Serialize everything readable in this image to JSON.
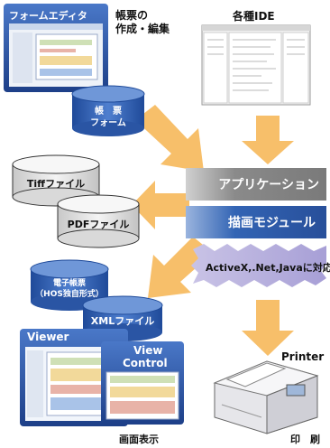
{
  "form_editor": {
    "title": "フォームエディタ",
    "caption_line1": "帳票の",
    "caption_line2": "作成・編集"
  },
  "ide": {
    "caption": "各種IDE"
  },
  "form_db": {
    "line1": "帳　票",
    "line2": "フォーム"
  },
  "tiff": {
    "label": "Tiffファイル"
  },
  "pdf": {
    "label": "PDFファイル"
  },
  "application": {
    "label": "アプリケーション"
  },
  "module": {
    "label": "描画モジュール"
  },
  "activex": {
    "label": "ActiveX,.Net,Javaに対応"
  },
  "ebook": {
    "line1": "電子帳票",
    "line2": "（HOS独自形式）"
  },
  "xml": {
    "label": "XMLファイル"
  },
  "viewer": {
    "title": "Viewer"
  },
  "view_control": {
    "line1": "View",
    "line2": "Control"
  },
  "screen_caption": "画面表示",
  "printer": {
    "label": "Printer"
  },
  "print_caption": "印　刷",
  "colors": {
    "arrow": "#f7bf6a",
    "app_bar": "#8c8c8c",
    "module_bar": "#2f5faf",
    "blue_frame": "#2a4f9f",
    "cyl_blue": "#3a68b8"
  }
}
